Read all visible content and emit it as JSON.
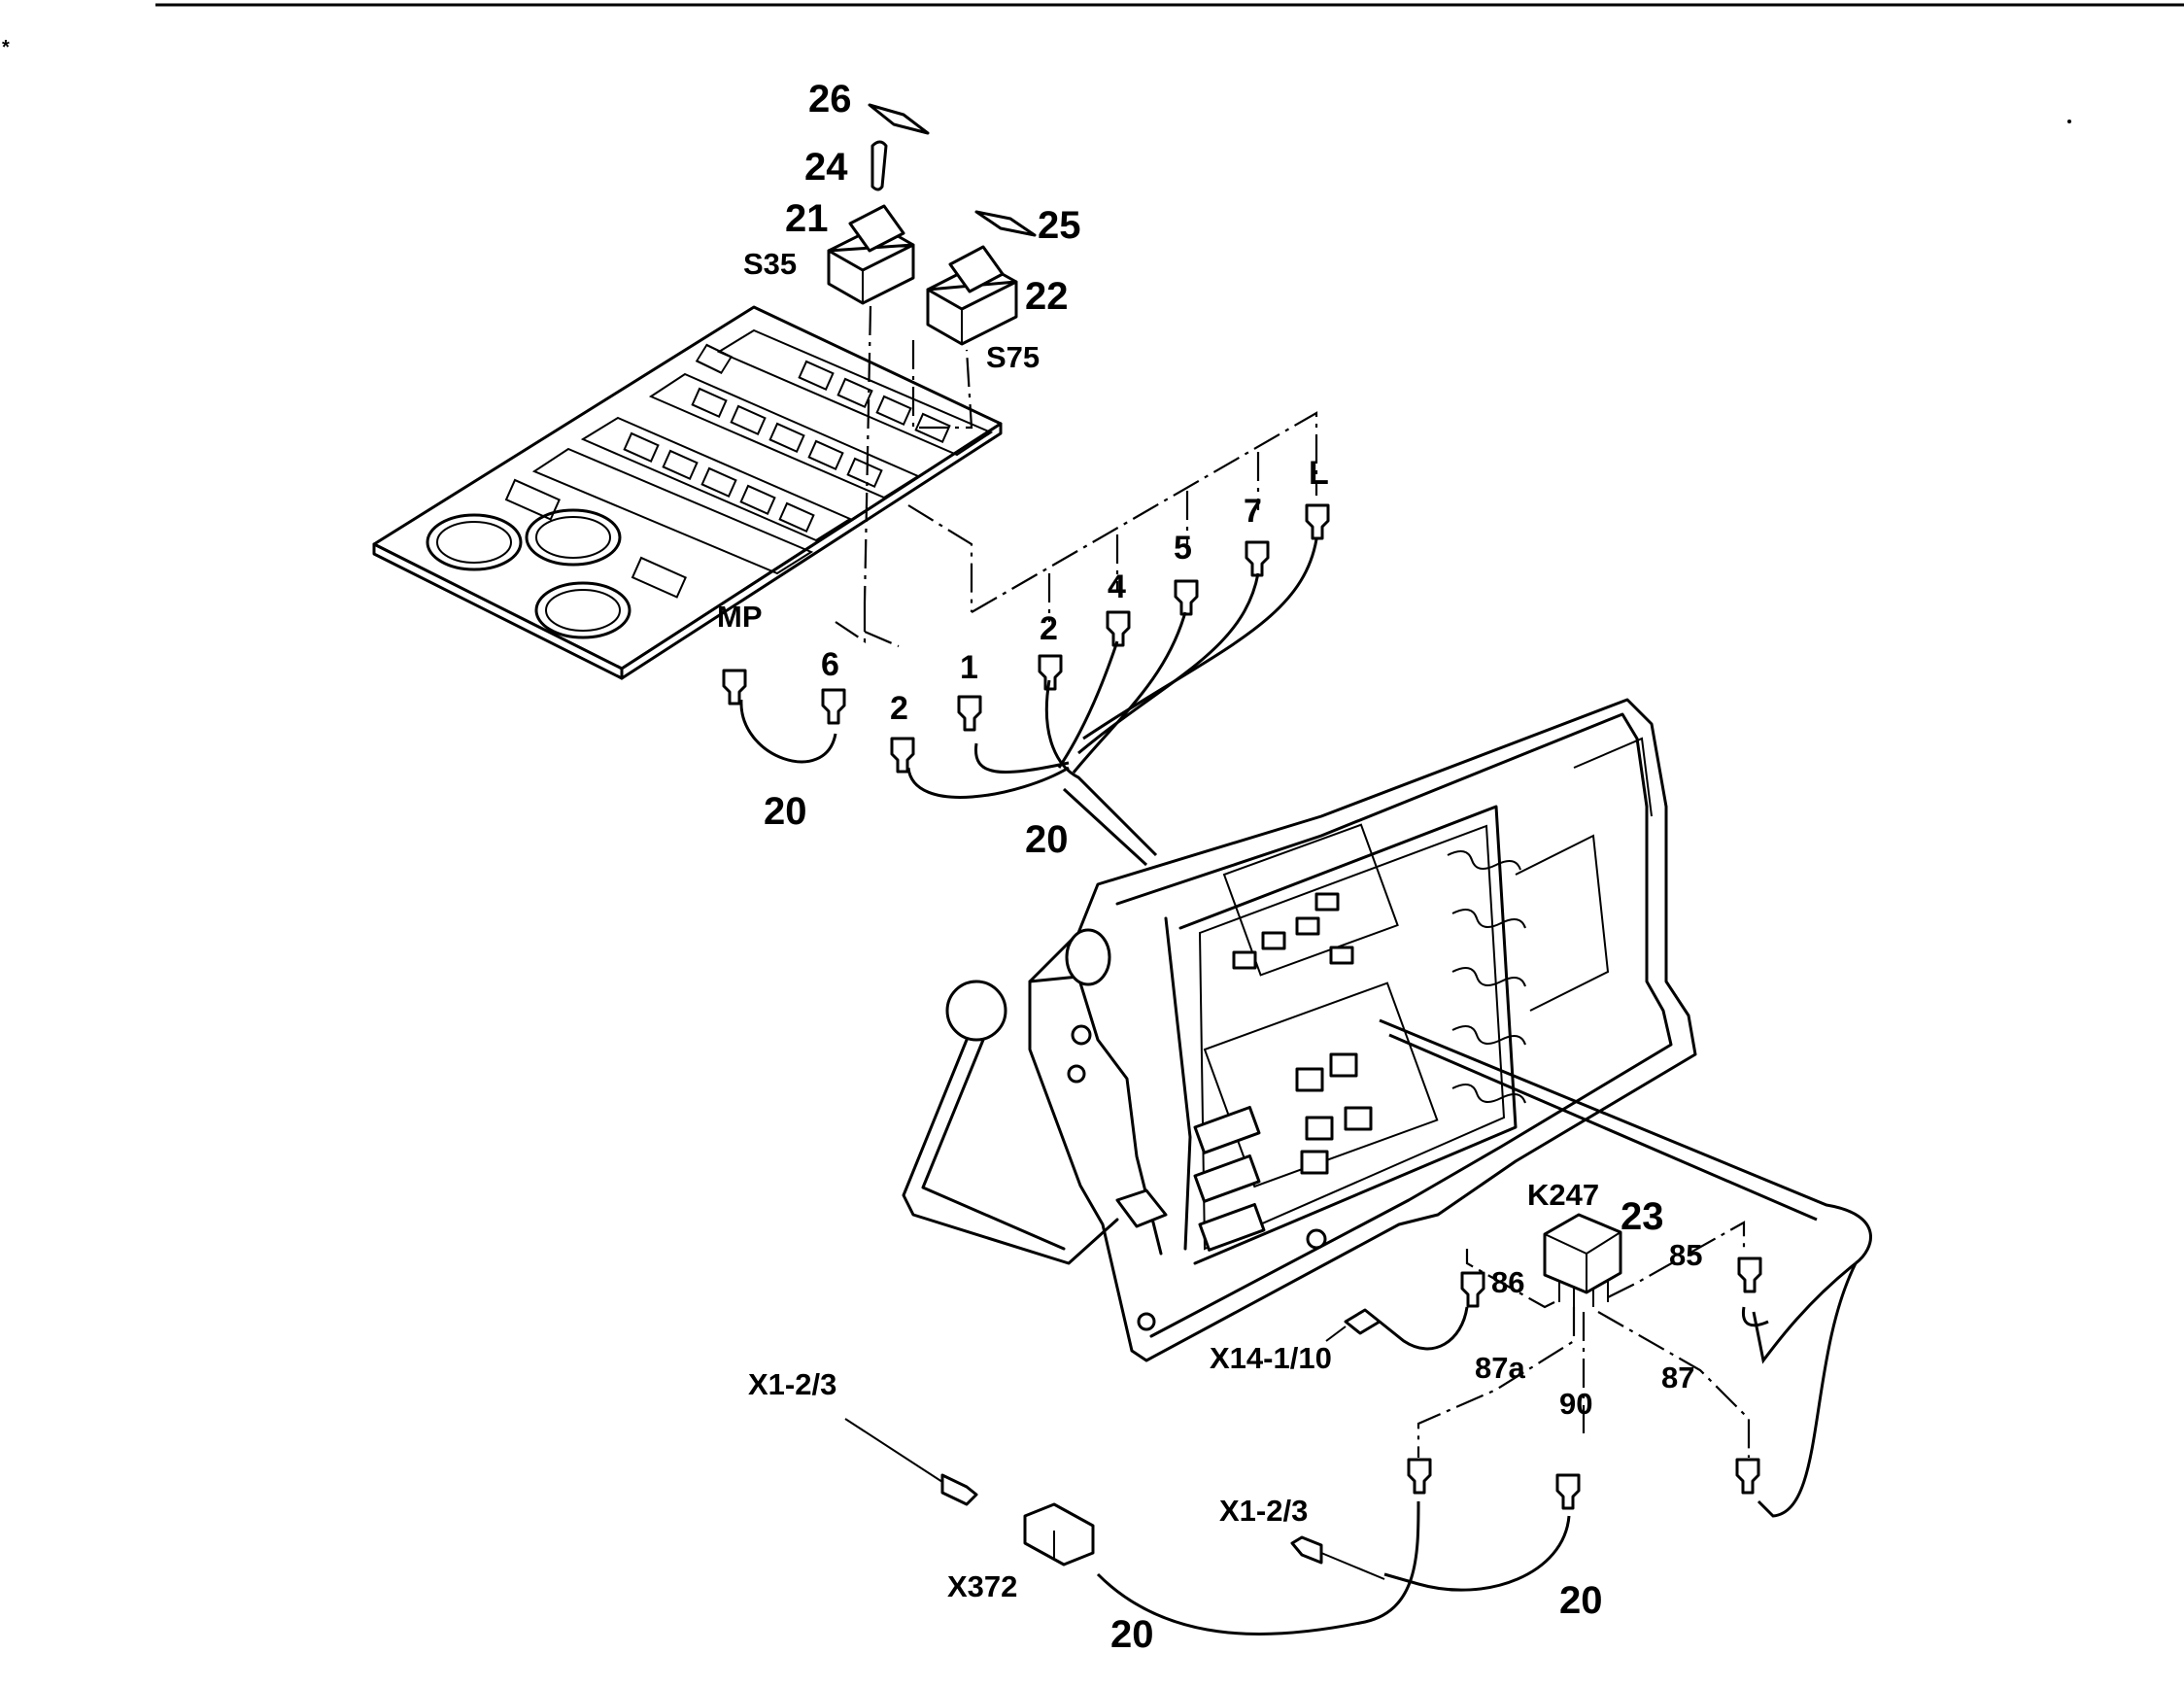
{
  "labels": {
    "p26": "26",
    "p24": "24",
    "p21": "21",
    "s35": "S35",
    "p25": "25",
    "p22": "22",
    "s75": "S75",
    "l": "L",
    "p7": "7",
    "p5": "5",
    "p4": "4",
    "p2a": "2",
    "p1": "1",
    "mp": "MP",
    "p6": "6",
    "p2b": "2",
    "w20a": "20",
    "w20b": "20",
    "k247": "K247",
    "p23": "23",
    "p85": "85",
    "p86": "86",
    "x14": "X14-1/10",
    "p87a": "87a",
    "p90": "90",
    "p87": "87",
    "x1a": "X1-2/3",
    "x1b": "X1-2/3",
    "x372": "X372",
    "w20c": "20",
    "w20d": "20"
  }
}
